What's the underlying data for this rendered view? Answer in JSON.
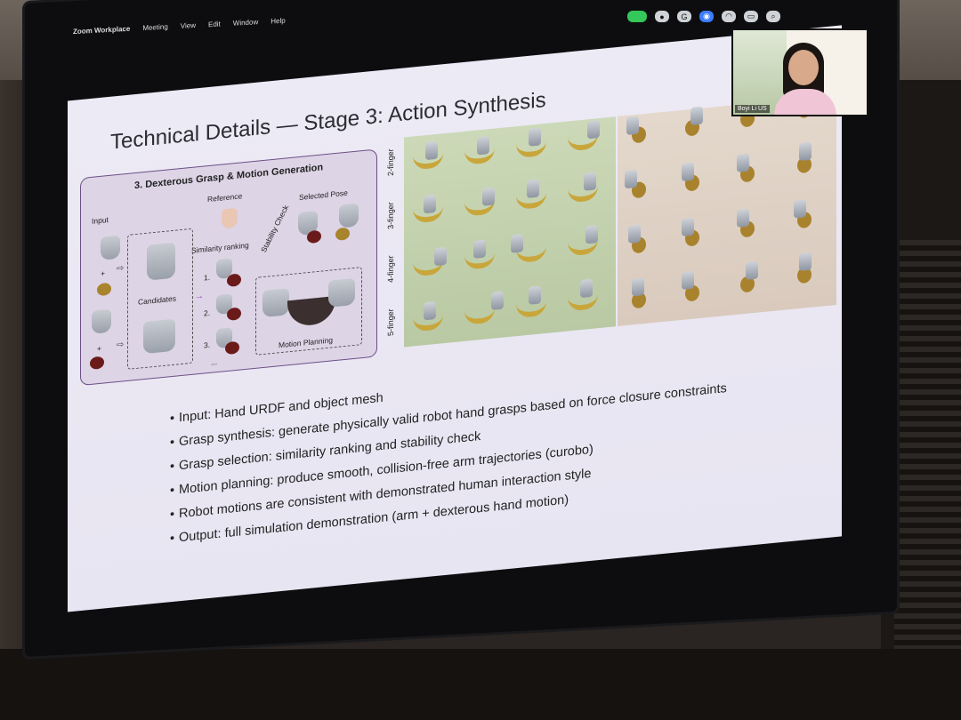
{
  "menubar": [
    "Zoom Workplace",
    "Meeting",
    "View",
    "Edit",
    "Window",
    "Help"
  ],
  "video": {
    "name": "Boyi Li US"
  },
  "slide": {
    "title": "Technical Details — Stage 3: Action Synthesis",
    "panel": {
      "title": "3. Dexterous Grasp & Motion Generation",
      "input": "Input",
      "reference": "Reference",
      "selected_pose": "Selected Pose",
      "similarity_ranking": "Similarity ranking",
      "stability_check": "Stability Check",
      "candidates": "Candidates",
      "motion_planning": "Motion Planning",
      "ranks": [
        "1.",
        "2.",
        "3.",
        "..."
      ],
      "plus": "+"
    },
    "row_labels": [
      "2-finger",
      "3-finger",
      "4-finger",
      "5-finger"
    ],
    "bullets": [
      "Input: Hand URDF and object mesh",
      "Grasp synthesis: generate physically valid robot hand grasps based on force closure constraints",
      "Grasp selection: similarity ranking and stability check",
      "Motion planning: produce smooth, collision-free arm trajectories (curobo)",
      "Robot motions are consistent with demonstrated human interaction style",
      "Output: full simulation demonstration (arm + dexterous hand motion)"
    ]
  }
}
